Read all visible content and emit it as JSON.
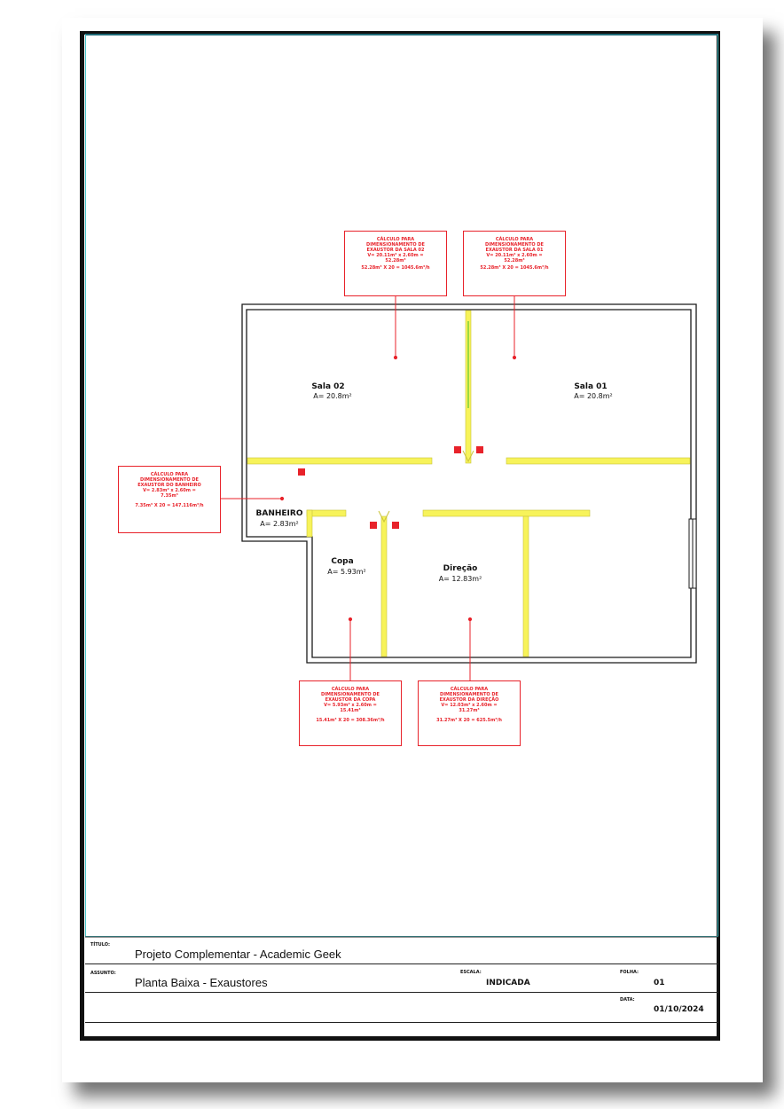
{
  "rooms": [
    {
      "name": "Sala 02",
      "area": "A= 20.8m²"
    },
    {
      "name": "Sala 01",
      "area": "A= 20.8m²"
    },
    {
      "name": "BANHEIRO",
      "area": "A= 2.83m²"
    },
    {
      "name": "Copa",
      "area": "A= 5.93m²"
    },
    {
      "name": "Direção",
      "area": "A= 12.83m²"
    }
  ],
  "notes": {
    "sala02": {
      "lines": [
        "CÁLCULO PARA",
        "DIMENSIONAMENTO DE",
        "EXAUSTOR DA SALA 02",
        "V= 20.11m² x 2.60m =",
        "52.28m³"
      ],
      "result": "52.28m³ X 20 = 1045.6m³/h"
    },
    "sala01": {
      "lines": [
        "CÁLCULO PARA",
        "DIMENSIONAMENTO DE",
        "EXAUSTOR DA SALA 01",
        "V= 20.11m² x 2.60m =",
        "52.28m³"
      ],
      "result": "52.28m³ X 20 = 1045.6m³/h"
    },
    "banheiro": {
      "lines": [
        "CÁLCULO PARA",
        "DIMENSIONAMENTO DE",
        "EXAUSTOR DO BANHEIRO",
        "V= 2.83m² x 2.60m =",
        "7.35m³"
      ],
      "result": "7.35m³ X 20 = 147.116m³/h"
    },
    "copa": {
      "lines": [
        "CÁLCULO PARA",
        "DIMENSIONAMENTO DE",
        "EXAUSTOR DA COPA",
        "V= 5.93m² x 2.60m =",
        "15.41m³"
      ],
      "result": "15.41m³ X 20 = 308.36m³/h"
    },
    "direcao": {
      "lines": [
        "CÁLCULO PARA",
        "DIMENSIONAMENTO DE",
        "EXAUSTOR DA DIREÇÃO",
        "V= 12.03m² x 2.60m =",
        "31.27m³"
      ],
      "result": "31.27m³ X 20 = 625.5m³/h"
    }
  },
  "title_block": {
    "titulo_label": "TÍTULO:",
    "titulo": "Projeto Complementar - Academic Geek",
    "assunto_label": "ASSUNTO:",
    "assunto": "Planta Baixa - Exaustores",
    "escala_label": "ESCALA:",
    "escala": "INDICADA",
    "folha_label": "FOLHA:",
    "folha": "01",
    "data_label": "DATA:",
    "data": "01/10/2024"
  },
  "colors": {
    "annotation": "#e8222a",
    "partition": "#f7f35a",
    "wall": "#1a1a1a",
    "frame": "#45c4c9"
  }
}
